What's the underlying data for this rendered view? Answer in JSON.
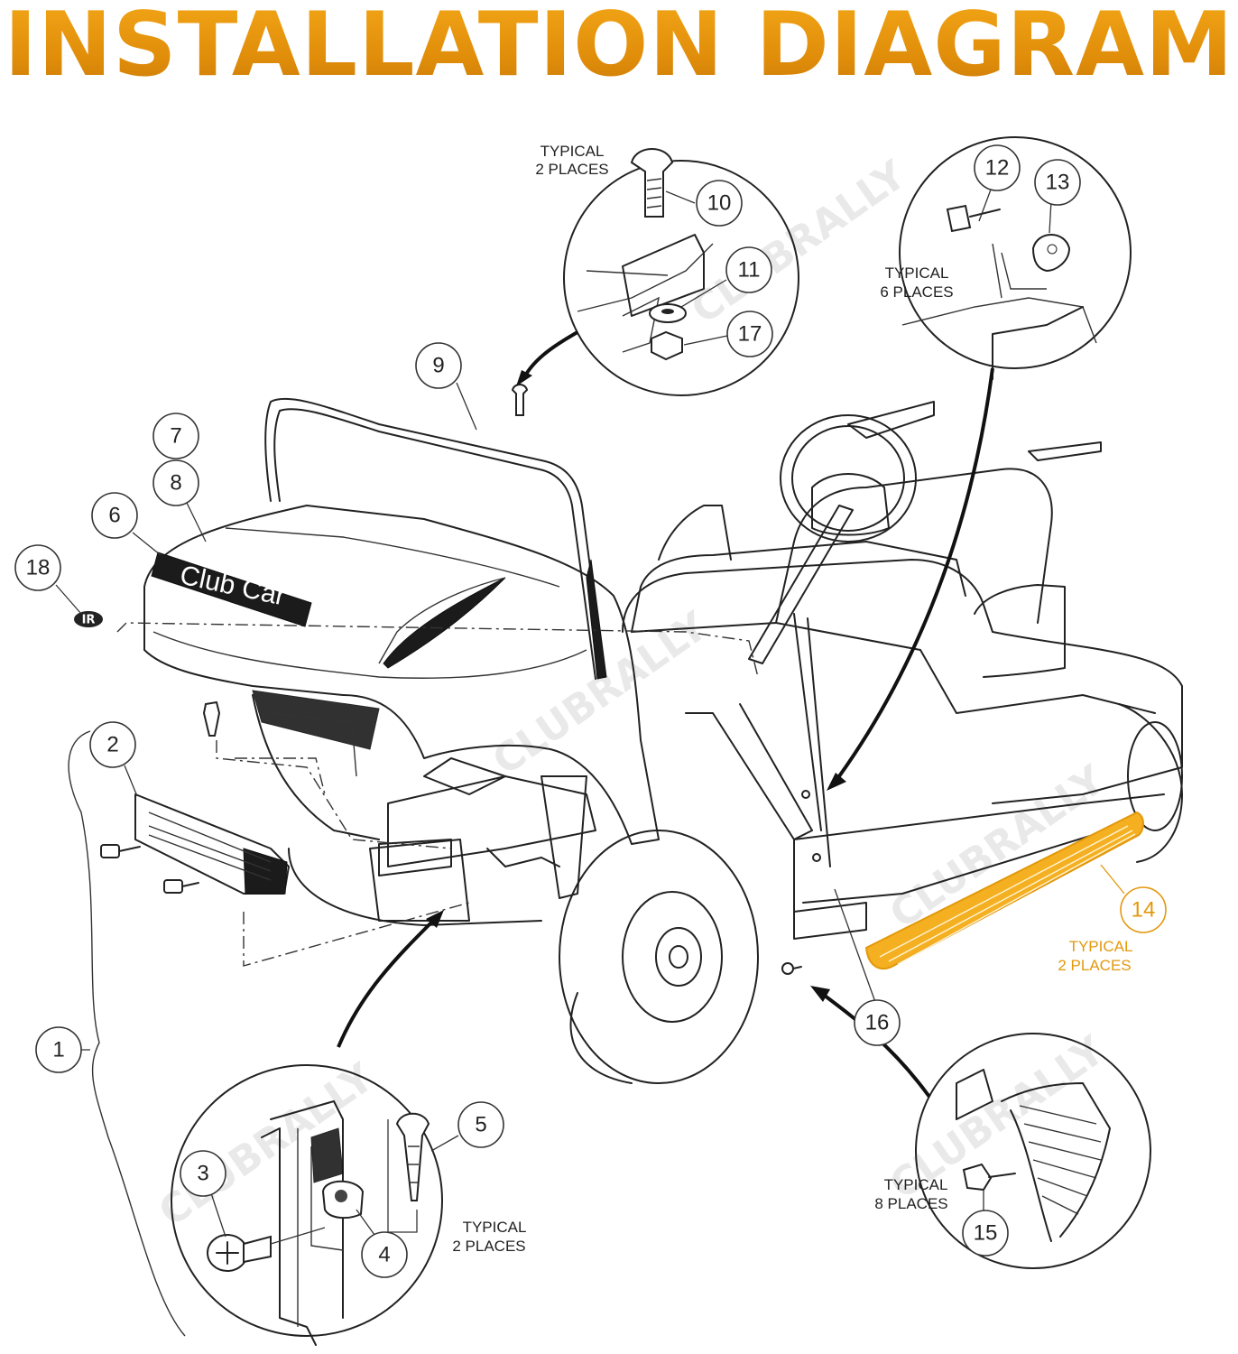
{
  "title": "INSTALLATION DIAGRAM",
  "brand_color": "#e3980c",
  "badge_text": "Club Car",
  "logo_text": "IR",
  "watermark": "CLUBRALLY",
  "callouts": [
    {
      "id": "1",
      "label": "1",
      "highlight": false
    },
    {
      "id": "2",
      "label": "2",
      "highlight": false
    },
    {
      "id": "3",
      "label": "3",
      "highlight": false
    },
    {
      "id": "4",
      "label": "4",
      "highlight": false
    },
    {
      "id": "5",
      "label": "5",
      "highlight": false
    },
    {
      "id": "6",
      "label": "6",
      "highlight": false
    },
    {
      "id": "7",
      "label": "7",
      "highlight": false
    },
    {
      "id": "8",
      "label": "8",
      "highlight": false
    },
    {
      "id": "9",
      "label": "9",
      "highlight": false
    },
    {
      "id": "10",
      "label": "10",
      "highlight": false
    },
    {
      "id": "11",
      "label": "11",
      "highlight": false
    },
    {
      "id": "12",
      "label": "12",
      "highlight": false
    },
    {
      "id": "13",
      "label": "13",
      "highlight": false
    },
    {
      "id": "14",
      "label": "14",
      "highlight": true
    },
    {
      "id": "15",
      "label": "15",
      "highlight": false
    },
    {
      "id": "16",
      "label": "16",
      "highlight": false
    },
    {
      "id": "17",
      "label": "17",
      "highlight": false
    },
    {
      "id": "18",
      "label": "18",
      "highlight": false
    }
  ],
  "notes": {
    "bolt_top": [
      "TYPICAL",
      "2 PLACES"
    ],
    "top_right": [
      "TYPICAL",
      "6 PLACES"
    ],
    "sill": [
      "TYPICAL",
      "2 PLACES"
    ],
    "bumper_detail": [
      "TYPICAL",
      "2 PLACES"
    ],
    "sill_detail": [
      "TYPICAL",
      "8 PLACES"
    ]
  }
}
